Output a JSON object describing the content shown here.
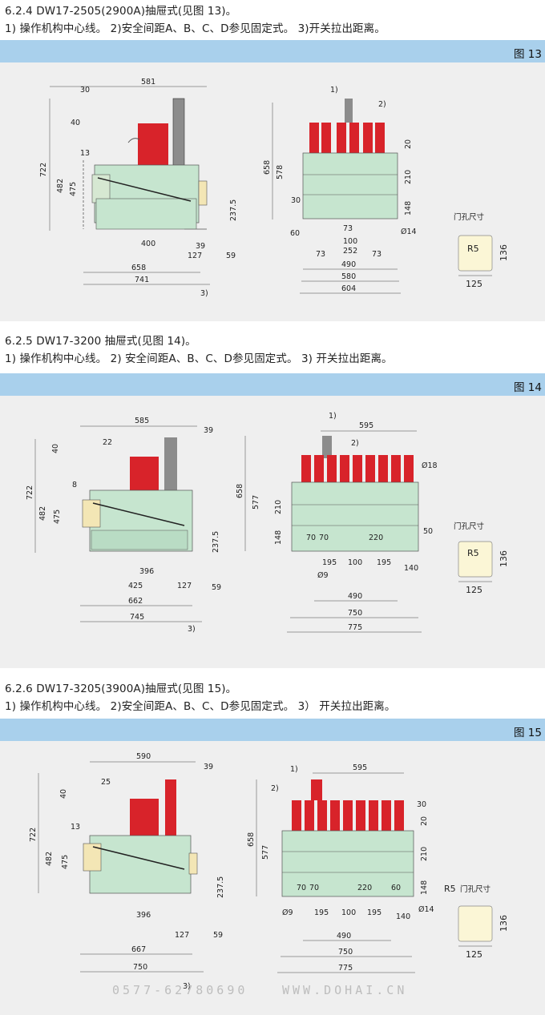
{
  "sections": [
    {
      "heading": "6.2.4 DW17-2505(2900A)抽屉式(见图 13)。",
      "notes": "1) 操作机构中心线。 2)安全间距A、B、C、D参见固定式。 3)开关拉出距离。",
      "figure_label": "图 13",
      "side_dims": [
        "581",
        "30",
        "40",
        "13",
        "722",
        "482",
        "475",
        "237.5",
        "400",
        "39",
        "127",
        "59",
        "658",
        "741",
        "3)"
      ],
      "front_dims": [
        "1)",
        "2)",
        "658",
        "578",
        "20",
        "210",
        "30",
        "148",
        "60",
        "73",
        "100",
        "Ø14",
        "73",
        "252",
        "73",
        "490",
        "580",
        "604"
      ],
      "door": {
        "title": "门孔尺寸",
        "radius": "R5",
        "height": "136",
        "width": "125"
      }
    },
    {
      "heading": "6.2.5 DW17-3200 抽屉式(见图 14)。",
      "notes": "1) 操作机构中心线。 2) 安全间距A、B、C、D参见固定式。 3) 开关拉出距离。",
      "figure_label": "图 14",
      "side_dims": [
        "585",
        "39",
        "22",
        "40",
        "8",
        "722",
        "482",
        "475",
        "237.5",
        "396",
        "425",
        "127",
        "59",
        "662",
        "745",
        "3)"
      ],
      "front_dims": [
        "1)",
        "595",
        "2)",
        "Ø18",
        "658",
        "577",
        "210",
        "148",
        "70",
        "70",
        "220",
        "50",
        "195",
        "100",
        "195",
        "140",
        "Ø9",
        "490",
        "750",
        "775"
      ],
      "door": {
        "title": "门孔尺寸",
        "radius": "R5",
        "height": "136",
        "width": "125"
      }
    },
    {
      "heading": "6.2.6 DW17-3205(3900A)抽屉式(见图 15)。",
      "notes": "1) 操作机构中心线。 2)安全间距A、B、C、D参见固定式。 3） 开关拉出距离。",
      "figure_label": "图 15",
      "side_dims": [
        "590",
        "39",
        "25",
        "40",
        "13",
        "722",
        "482",
        "475",
        "237.5",
        "396",
        "127",
        "59",
        "667",
        "750",
        "3)"
      ],
      "front_dims": [
        "1)",
        "595",
        "2)",
        "30",
        "20",
        "658",
        "577",
        "210",
        "148",
        "70",
        "70",
        "220",
        "60",
        "Ø9",
        "195",
        "100",
        "195",
        "140",
        "Ø14",
        "490",
        "750",
        "775"
      ],
      "door": {
        "title": "门孔尺寸",
        "radius": "R5",
        "height": "136",
        "width": "125"
      }
    }
  ],
  "footer": {
    "phone": "0577-62780690",
    "site": "WWW.DOHAI.CN"
  },
  "colors": {
    "band": "#a9d0ec",
    "body": "#c6e5cf",
    "red": "#d8232a",
    "gray": "#8c8c8c",
    "door": "#fbf6d6"
  }
}
